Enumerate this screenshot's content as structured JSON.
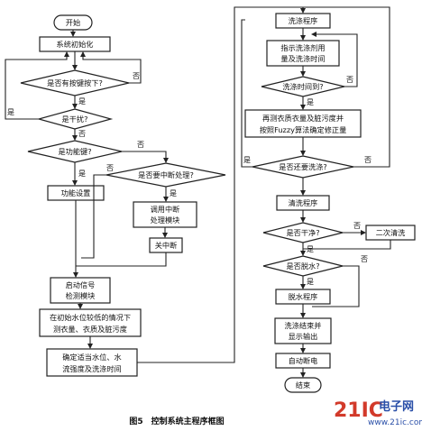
{
  "caption": "图5　控制系统主程序框图",
  "watermark": {
    "brand": "21IC",
    "cn": "电子网",
    "url": "www.21ic.com"
  },
  "labels": {
    "yes": "是",
    "no": "否"
  },
  "left": {
    "start": "开始",
    "init": "系统初始化",
    "key_pressed": "是否有按键按下?",
    "interference": "是干扰?",
    "function_key": "是功能键?",
    "interrupt": "是否要中断处理?",
    "func_set": "功能设置",
    "call_interrupt_1": "调用中断",
    "call_interrupt_2": "处理模块",
    "close_interrupt": "关中断",
    "start_signal_1": "启动信号",
    "start_signal_2": "检测模块",
    "low_water_1": "在初始水位较低的情况下",
    "low_water_2": "测衣量、衣质及脏污度",
    "determine_1": "确定适当水位、水",
    "determine_2": "流强度及洗涤时间"
  },
  "right": {
    "wash": "洗涤程序",
    "show_amount_1": "指示洗涤剂用",
    "show_amount_2": "量及洗涤时间",
    "wash_time": "洗涤时间到?",
    "remeasure_1": "再测衣质衣量及脏污度并",
    "remeasure_2": "按照Fuzzy算法确定修正量",
    "need_wash": "是否还要洗涤?",
    "rinse": "清洗程序",
    "clean": "是否干净?",
    "second_rinse": "二次清洗",
    "dehydrate_q": "是否脱水?",
    "dehydrate": "脱水程序",
    "end_1": "洗涤结束并",
    "end_2": "显示输出",
    "power_off": "自动断电",
    "finish": "结束"
  }
}
